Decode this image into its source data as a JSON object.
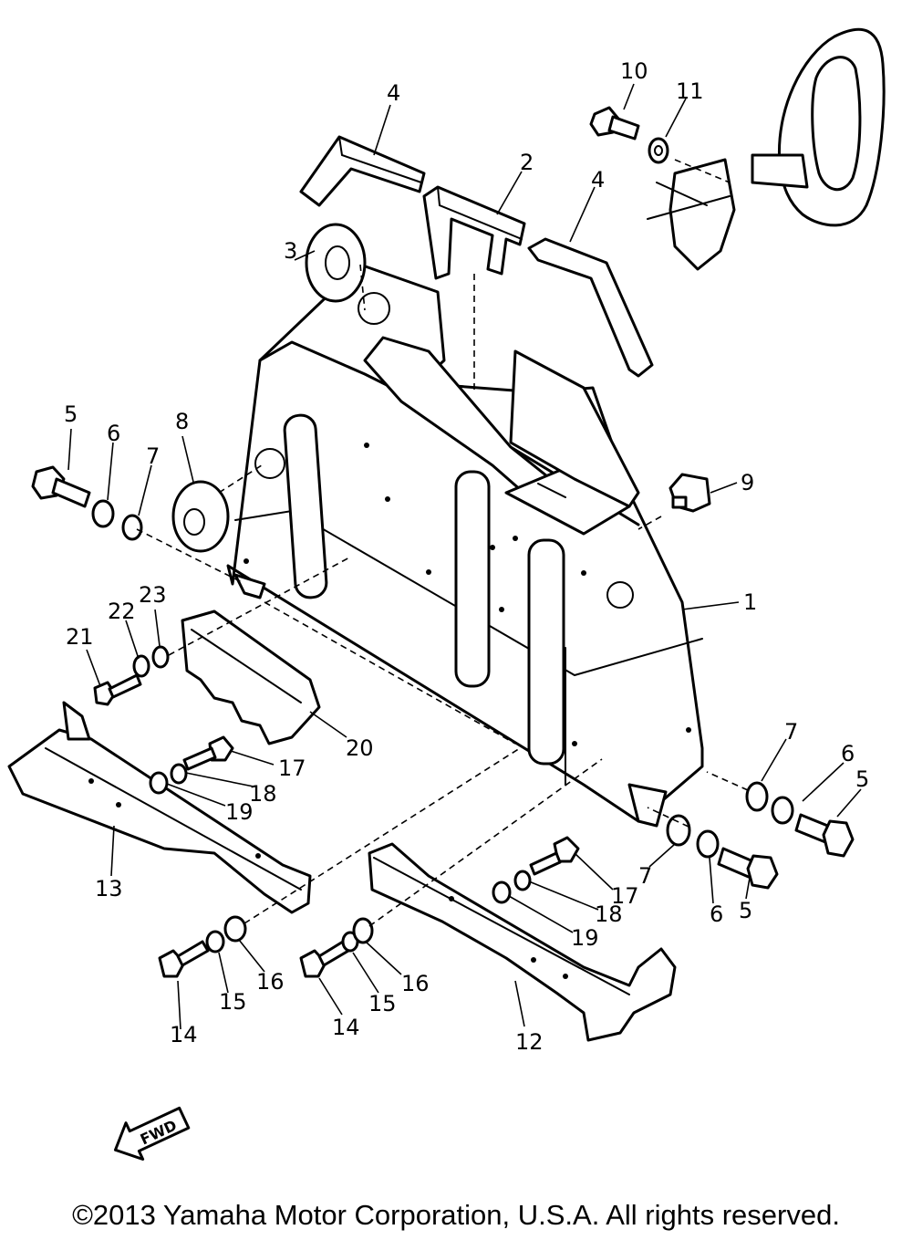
{
  "diagram": {
    "callouts": [
      {
        "id": "c1",
        "label": "1"
      },
      {
        "id": "c2",
        "label": "2"
      },
      {
        "id": "c3",
        "label": "3"
      },
      {
        "id": "c4a",
        "label": "4"
      },
      {
        "id": "c4b",
        "label": "4"
      },
      {
        "id": "c5a",
        "label": "5"
      },
      {
        "id": "c5b",
        "label": "5"
      },
      {
        "id": "c5c",
        "label": "5"
      },
      {
        "id": "c6a",
        "label": "6"
      },
      {
        "id": "c6b",
        "label": "6"
      },
      {
        "id": "c6c",
        "label": "6"
      },
      {
        "id": "c7a",
        "label": "7"
      },
      {
        "id": "c7b",
        "label": "7"
      },
      {
        "id": "c7c",
        "label": "7"
      },
      {
        "id": "c8",
        "label": "8"
      },
      {
        "id": "c9",
        "label": "9"
      },
      {
        "id": "c10",
        "label": "10"
      },
      {
        "id": "c11",
        "label": "11"
      },
      {
        "id": "c12",
        "label": "12"
      },
      {
        "id": "c13",
        "label": "13"
      },
      {
        "id": "c14a",
        "label": "14"
      },
      {
        "id": "c14b",
        "label": "14"
      },
      {
        "id": "c15a",
        "label": "15"
      },
      {
        "id": "c15b",
        "label": "15"
      },
      {
        "id": "c16a",
        "label": "16"
      },
      {
        "id": "c16b",
        "label": "16"
      },
      {
        "id": "c17a",
        "label": "17"
      },
      {
        "id": "c17b",
        "label": "17"
      },
      {
        "id": "c18a",
        "label": "18"
      },
      {
        "id": "c18b",
        "label": "18"
      },
      {
        "id": "c19a",
        "label": "19"
      },
      {
        "id": "c19b",
        "label": "19"
      },
      {
        "id": "c20",
        "label": "20"
      },
      {
        "id": "c21",
        "label": "21"
      },
      {
        "id": "c22",
        "label": "22"
      },
      {
        "id": "c23",
        "label": "23"
      }
    ],
    "fwd_label": "FWD"
  },
  "footer": {
    "copyright": "©2013 Yamaha Motor Corporation, U.S.A. All rights reserved."
  }
}
